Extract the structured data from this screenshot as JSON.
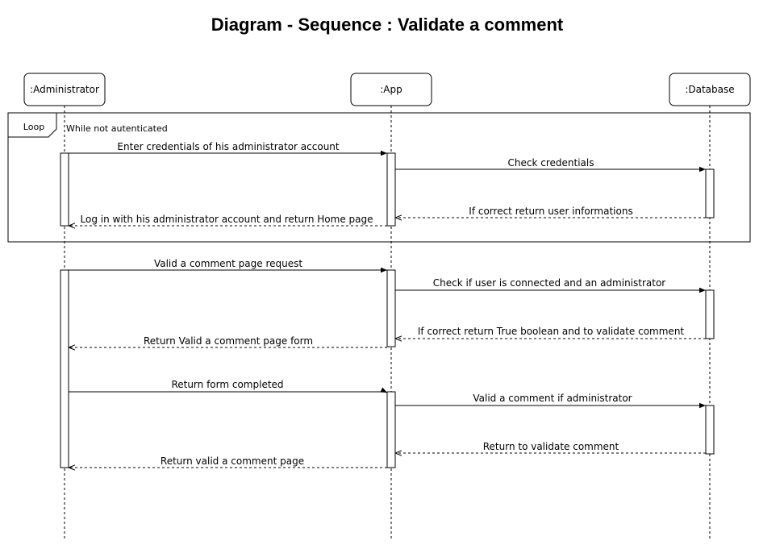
{
  "title": "Diagram - Sequence : Validate a comment",
  "participants": [
    {
      "id": "administrator",
      "label": ":Administrator"
    },
    {
      "id": "app",
      "label": ":App"
    },
    {
      "id": "database",
      "label": ":Database"
    }
  ],
  "loop": {
    "tag": "Loop",
    "guard": "While not autenticated"
  },
  "messages": [
    {
      "label": "Enter credentials of his administrator account",
      "from": "administrator",
      "to": "app",
      "kind": "sync"
    },
    {
      "label": "Check credentials",
      "from": "app",
      "to": "database",
      "kind": "sync"
    },
    {
      "label": "If correct return user informations",
      "from": "database",
      "to": "app",
      "kind": "return"
    },
    {
      "label": "Log in with his administrator account and return Home page",
      "from": "app",
      "to": "administrator",
      "kind": "return"
    },
    {
      "label": "Valid a comment page request",
      "from": "administrator",
      "to": "app",
      "kind": "sync"
    },
    {
      "label": "Check if user is connected and an administrator",
      "from": "app",
      "to": "database",
      "kind": "sync"
    },
    {
      "label": "If correct return True boolean and to validate comment",
      "from": "database",
      "to": "app",
      "kind": "return"
    },
    {
      "label": "Return Valid a comment page form",
      "from": "app",
      "to": "administrator",
      "kind": "return"
    },
    {
      "label": "Return form completed",
      "from": "administrator",
      "to": "app",
      "kind": "sync"
    },
    {
      "label": "Valid a comment if administrator",
      "from": "app",
      "to": "database",
      "kind": "sync"
    },
    {
      "label": "Return to validate comment",
      "from": "database",
      "to": "app",
      "kind": "return"
    },
    {
      "label": "Return valid a comment page",
      "from": "app",
      "to": "administrator",
      "kind": "return"
    }
  ]
}
